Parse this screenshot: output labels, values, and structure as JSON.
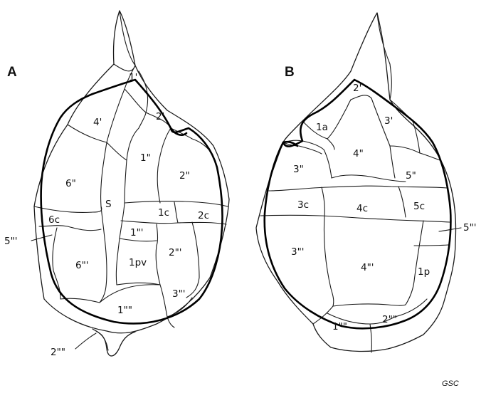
{
  "panels": {
    "a": {
      "letter": "A",
      "plates": {
        "p1prime": "1'",
        "p4prime": "4'",
        "p2prime": "2'",
        "p1dprime": "1\"",
        "p6dprime": "6\"",
        "pS": "S",
        "p2dprime": "2\"",
        "p6c": "6c",
        "p1c": "1c",
        "p2c": "2c",
        "p5tprime": "5\"'",
        "p1tprime": "1\"'",
        "p6tprime": "6\"'",
        "p1pv": "1pv",
        "p2tprime": "2\"'",
        "p3tprime": "3\"'",
        "p1qprime": "1\"\"",
        "p2qprime": "2\"\""
      }
    },
    "b": {
      "letter": "B",
      "plates": {
        "p2prime": "2'",
        "p1a": "1a",
        "p3prime": "3'",
        "p4dprime": "4\"",
        "p3dprime": "3\"",
        "p5dprime": "5\"",
        "p3c": "3c",
        "p4c": "4c",
        "p5c": "5c",
        "p5tprime": "5\"'",
        "p3tprime": "3\"'",
        "p4tprime": "4\"'",
        "p1p": "1p",
        "p1qprime": "1\"\"",
        "p2qprime": "2\"\""
      }
    }
  },
  "credit": "GSC"
}
